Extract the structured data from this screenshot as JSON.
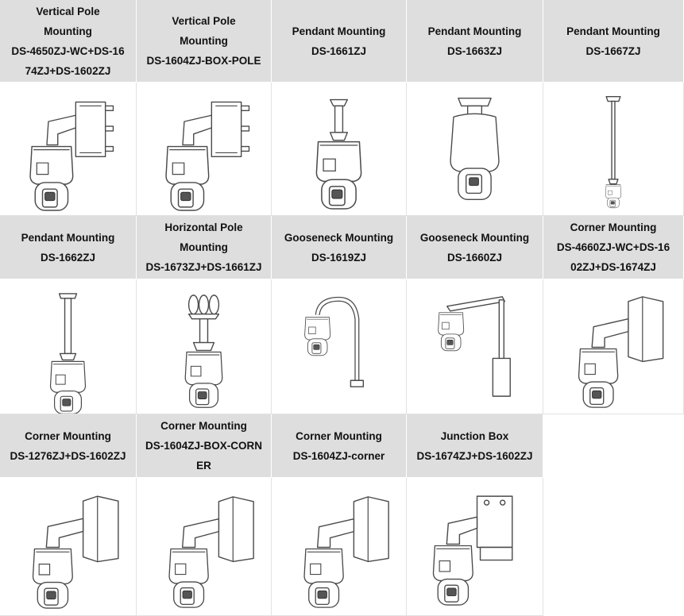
{
  "rows": [
    [
      {
        "lines": [
          "Vertical Pole",
          "Mounting",
          "DS-4650ZJ-WC+DS-16",
          "74ZJ+DS-1602ZJ"
        ],
        "image": "wall-box-mount"
      },
      {
        "lines": [
          "Vertical Pole",
          "Mounting",
          "DS-1604ZJ-BOX-POLE"
        ],
        "image": "wall-box-mount"
      },
      {
        "lines": [
          "Pendant Mounting",
          "DS-1661ZJ"
        ],
        "image": "pendant-short"
      },
      {
        "lines": [
          "Pendant Mounting",
          "DS-1663ZJ"
        ],
        "image": "pendant-large"
      },
      {
        "lines": [
          "Pendant Mounting",
          "DS-1667ZJ"
        ],
        "image": "pendant-long"
      }
    ],
    [
      {
        "lines": [
          "Pendant Mounting",
          "DS-1662ZJ"
        ],
        "image": "pendant-medium"
      },
      {
        "lines": [
          "Horizontal Pole",
          "Mounting",
          "DS-1673ZJ+DS-1661ZJ"
        ],
        "image": "horizontal-pole"
      },
      {
        "lines": [
          "Gooseneck Mounting",
          "DS-1619ZJ"
        ],
        "image": "gooseneck"
      },
      {
        "lines": [
          "Gooseneck Mounting",
          "DS-1660ZJ"
        ],
        "image": "gooseneck-box"
      },
      {
        "lines": [
          "Corner Mounting",
          "DS-4660ZJ-WC+DS-16",
          "02ZJ+DS-1674ZJ"
        ],
        "image": "corner-mount"
      }
    ],
    [
      {
        "lines": [
          "Corner Mounting",
          "DS-1276ZJ+DS-1602ZJ"
        ],
        "image": "corner-mount"
      },
      {
        "lines": [
          "Corner Mounting",
          "DS-1604ZJ-BOX-CORN",
          "ER"
        ],
        "image": "corner-mount"
      },
      {
        "lines": [
          "Corner Mounting",
          "DS-1604ZJ-corner"
        ],
        "image": "corner-mount"
      },
      {
        "lines": [
          "Junction Box",
          "DS-1674ZJ+DS-1602ZJ"
        ],
        "image": "junction-box"
      }
    ]
  ]
}
